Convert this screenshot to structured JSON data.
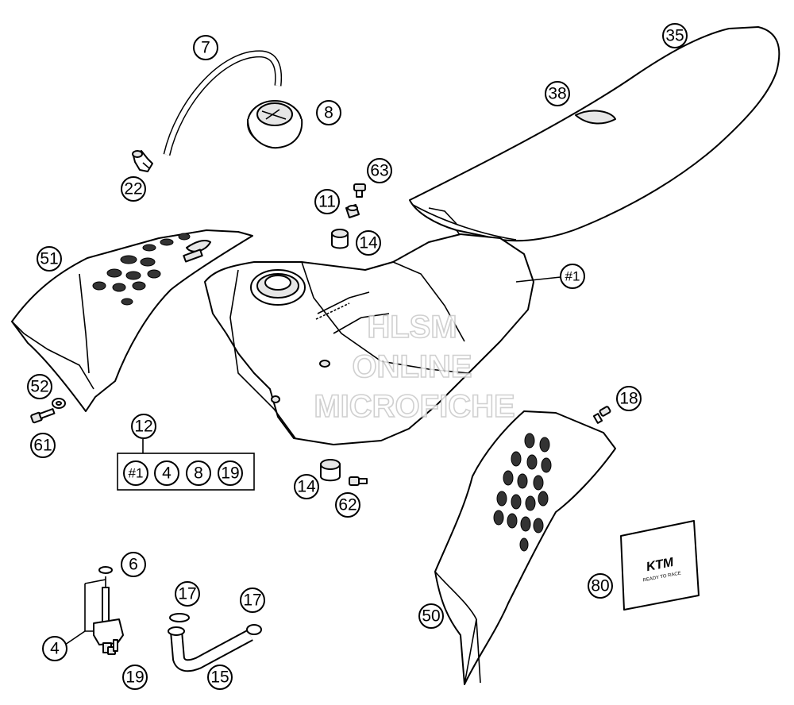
{
  "callouts": {
    "c35": "35",
    "c38": "38",
    "c7": "7",
    "c8": "8",
    "c22": "22",
    "c63": "63",
    "c11": "11",
    "c14a": "14",
    "c51": "51",
    "c1": "#1",
    "c18": "18",
    "c52": "52",
    "c61": "61",
    "c12": "12",
    "c14b": "14",
    "c62": "62",
    "c6": "6",
    "c17a": "17",
    "c17b": "17",
    "c80": "80",
    "c50": "50",
    "c4": "4",
    "c19": "19",
    "c15": "15"
  },
  "kit_items": [
    "#1",
    "4",
    "8",
    "19"
  ],
  "watermark": [
    "HLSM",
    "ONLINE",
    "MICROFICHE"
  ],
  "decal_text": "KTM",
  "decal_subtext": "READY TO RACE"
}
